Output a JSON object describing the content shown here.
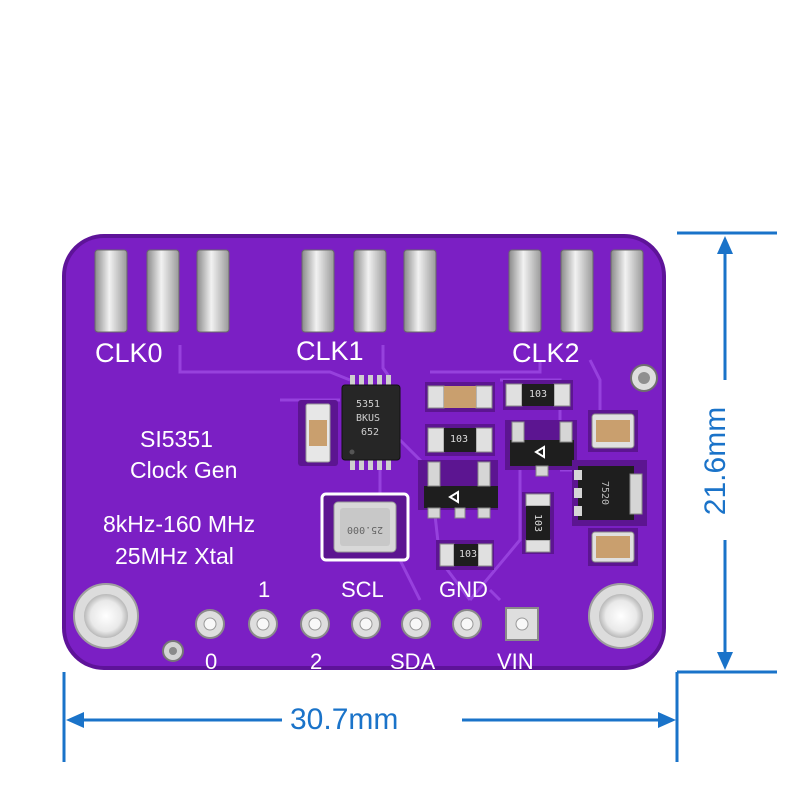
{
  "board": {
    "name_line1": "SI5351",
    "name_line2": "Clock Gen",
    "range_line1": "8kHz-160 MHz",
    "range_line2": "25MHz Xtal",
    "clk_labels": [
      "CLK0",
      "CLK1",
      "CLK2"
    ],
    "pin_labels_top": [
      "1",
      "SCL",
      "GND"
    ],
    "pin_labels_bottom": [
      "0",
      "2",
      "SDA",
      "VIN"
    ],
    "chip_marking": [
      "5351",
      "BKUS",
      "652"
    ],
    "resistor_marks": [
      "103",
      "103",
      "103",
      "103"
    ],
    "crystal_marking": "25.000",
    "regulator_marking": "7520"
  },
  "dimensions": {
    "width_label": "30.7mm",
    "height_label": "21.6mm"
  },
  "colors": {
    "pcb": "#7b1fc4",
    "silkscreen": "#ffffff",
    "dimension": "#1a73c9"
  }
}
